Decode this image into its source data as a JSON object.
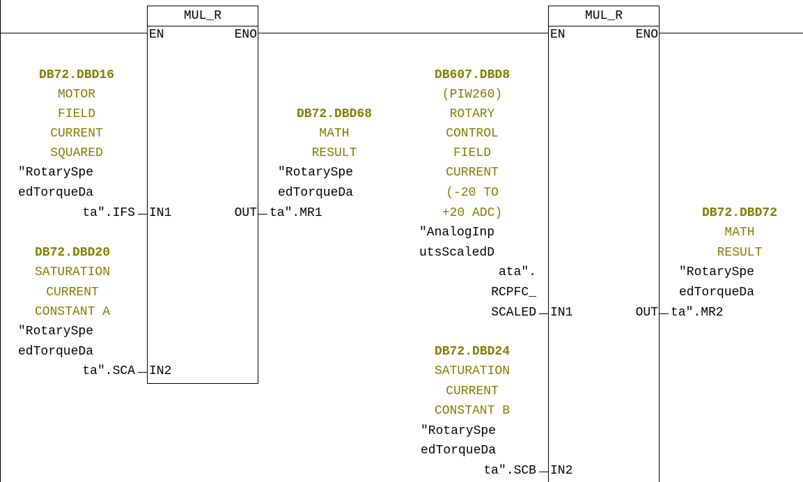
{
  "colors": {
    "comment": "#808000",
    "line": "#000000",
    "text": "#000000",
    "background": "#ffffff"
  },
  "block1": {
    "title": "MUL_R",
    "en": "EN",
    "eno": "ENO",
    "in1": "IN1",
    "in2": "IN2",
    "out": "OUT",
    "in1_operand": {
      "address": "DB72.DBD16",
      "comment": [
        "MOTOR",
        "FIELD",
        "CURRENT",
        "SQUARED"
      ],
      "symbol": [
        "\"RotarySpe",
        "edTorqueDa",
        "ta\".IFS"
      ]
    },
    "in2_operand": {
      "address": "DB72.DBD20",
      "comment": [
        "SATURATION",
        "CURRENT",
        "CONSTANT A"
      ],
      "symbol": [
        "\"RotarySpe",
        "edTorqueDa",
        "ta\".SCA"
      ]
    },
    "out_operand": {
      "address": "DB72.DBD68",
      "comment": [
        "MATH",
        "RESULT"
      ],
      "symbol": [
        "\"RotarySpe",
        "edTorqueDa",
        "ta\".MR1"
      ]
    }
  },
  "block2": {
    "title": "MUL_R",
    "en": "EN",
    "eno": "ENO",
    "in1": "IN1",
    "in2": "IN2",
    "out": "OUT",
    "in1_operand": {
      "address": "DB607.DBD8",
      "comment": [
        "(PIW260)",
        "ROTARY",
        "CONTROL",
        "FIELD",
        "CURRENT",
        "(-20 TO",
        "+20 ADC)"
      ],
      "symbol": [
        "\"AnalogInp",
        "utsScaledD",
        "ata\".",
        "RCPFC_",
        "SCALED"
      ]
    },
    "in2_operand": {
      "address": "DB72.DBD24",
      "comment": [
        "SATURATION",
        "CURRENT",
        "CONSTANT B"
      ],
      "symbol": [
        "\"RotarySpe",
        "edTorqueDa",
        "ta\".SCB"
      ]
    },
    "out_operand": {
      "address": "DB72.DBD72",
      "comment": [
        "MATH",
        "RESULT"
      ],
      "symbol": [
        "\"RotarySpe",
        "edTorqueDa",
        "ta\".MR2"
      ]
    }
  }
}
